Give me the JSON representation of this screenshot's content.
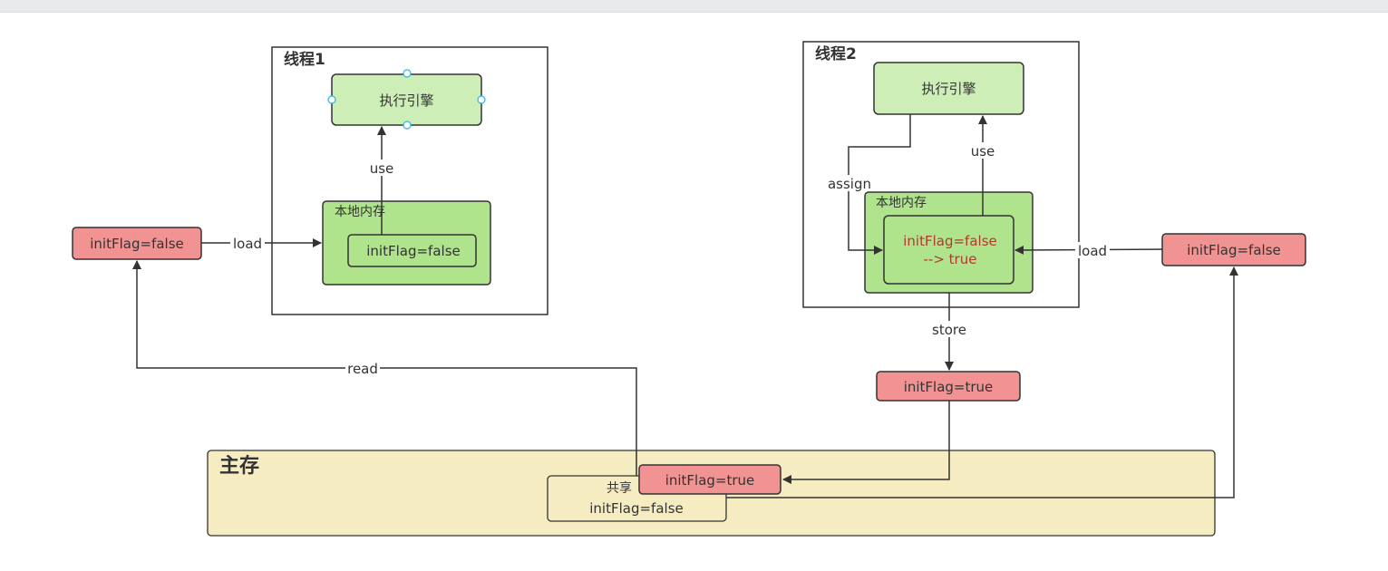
{
  "thread1": {
    "title": "线程1",
    "engine": "执行引擎",
    "local_memory": "本地内存",
    "local_var": "initFlag=false"
  },
  "thread2": {
    "title": "线程2",
    "engine": "执行引擎",
    "local_memory": "本地内存",
    "local_var_line1": "initFlag=false",
    "local_var_line2": "--> true"
  },
  "main_memory": {
    "title": "主存",
    "shared_label": "共享",
    "shared_value": "initFlag=false",
    "overlay_value": "initFlag=true"
  },
  "floating": {
    "left_value": "initFlag=false",
    "right_value": "initFlag=false",
    "store_value": "initFlag=true"
  },
  "edges": {
    "load_left": "load",
    "use_left": "use",
    "read": "read",
    "assign": "assign",
    "use_right": "use",
    "load_right": "load",
    "store": "store"
  },
  "colors": {
    "thread_fill": "#ffffff",
    "engine_fill": "#cdeeb6",
    "local_fill": "#afe38c",
    "var_fill": "#afe38c",
    "red_fill": "#f09392",
    "main_fill": "#f5ecc2",
    "stroke": "#333333"
  }
}
